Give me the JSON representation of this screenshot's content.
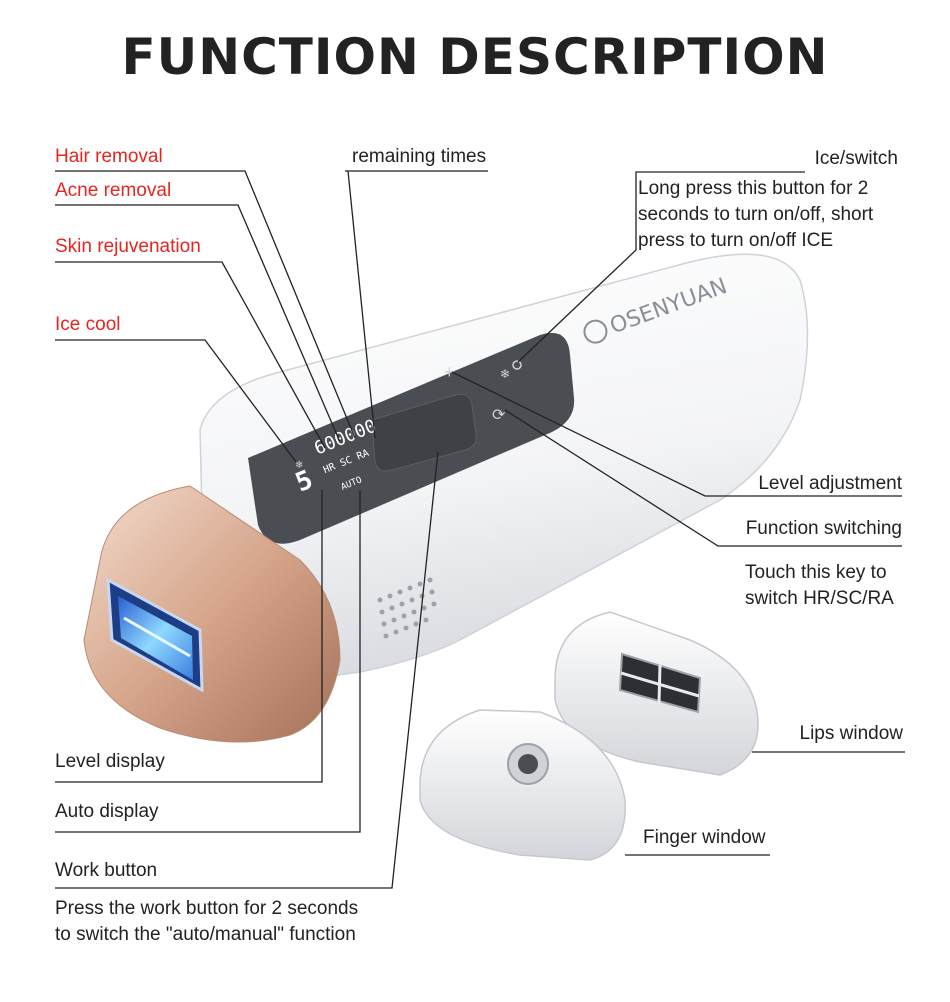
{
  "title": "FUNCTION DESCRIPTION",
  "callouts_left": {
    "hair_removal": "Hair removal",
    "acne_removal": "Acne removal",
    "skin_rejuvenation": "Skin rejuvenation",
    "ice_cool": "Ice cool",
    "level_display": "Level display",
    "auto_display": "Auto display",
    "work_button": "Work button",
    "work_button_desc_line1": "Press the work button for 2 seconds",
    "work_button_desc_line2": "to switch the \"auto/manual\" function"
  },
  "callouts_top": {
    "remaining_times": "remaining times"
  },
  "callouts_right": {
    "ice_switch": "Ice/switch",
    "ice_switch_desc_line1": "Long press this button for 2",
    "ice_switch_desc_line2": "seconds to turn on/off, short",
    "ice_switch_desc_line3": "press to turn on/off ICE",
    "level_adjustment": "Level adjustment",
    "function_switching": "Function switching",
    "function_switching_desc_line1": "Touch this key to",
    "function_switching_desc_line2": "switch HR/SC/RA",
    "lips_window": "Lips window",
    "finger_window": "Finger window"
  },
  "device": {
    "brand": "OSENYUAN",
    "display_count": "600000",
    "display_modes": "HR SC RA",
    "display_level": "5",
    "display_auto": "AUTO"
  },
  "colors": {
    "label_red": "#e52620",
    "label_dark": "#222222",
    "rose_gold": "#d9a990",
    "lamp_blue": "#6fc3f0",
    "panel_gray": "#4a4d52"
  }
}
